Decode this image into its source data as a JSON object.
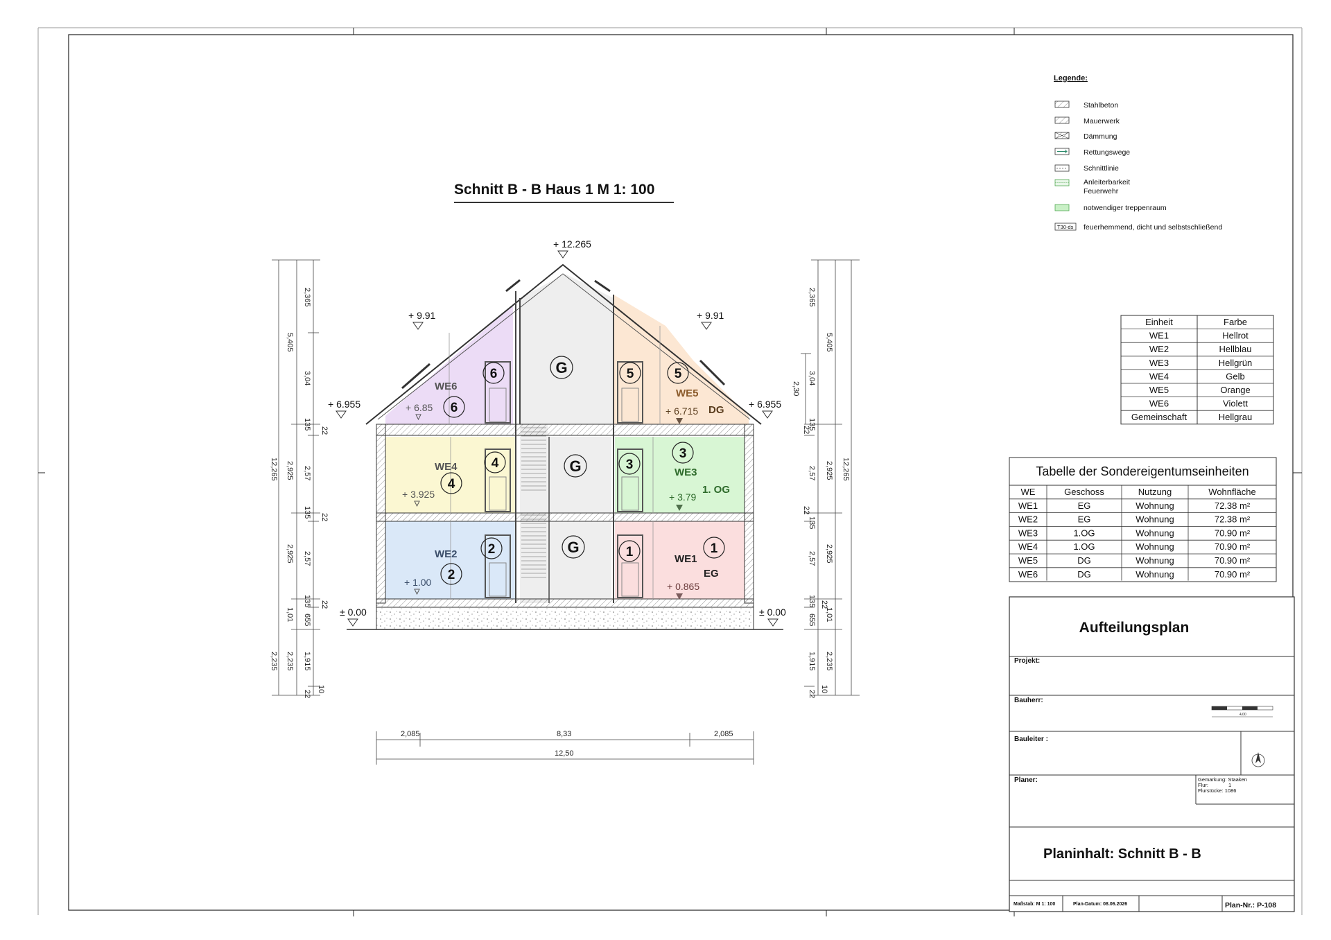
{
  "drawing": {
    "title": "Schnitt B - B Haus 1 M 1: 100",
    "levels": {
      "ridge": "+ 12.265",
      "eave_left_upper": "+ 9.91",
      "eave_right_upper": "+ 9.91",
      "eave_left_lower": "+ 6.955",
      "eave_right_lower": "+ 6.955",
      "ground_left": "± 0.00",
      "ground_right": "± 0.00"
    },
    "units": [
      {
        "id": "we6",
        "label": "WE6",
        "number": "6",
        "door_number": "6",
        "level": "+ 6.85",
        "floor": "",
        "color": "#ecdcf6"
      },
      {
        "id": "we5",
        "label": "WE5",
        "number": "5",
        "door_number": "5",
        "level": "+ 6.715",
        "floor": "DG",
        "color": "#fce7d3"
      },
      {
        "id": "we4",
        "label": "WE4",
        "number": "4",
        "door_number": "4",
        "level": "+ 3.925",
        "floor": "",
        "color": "#fbf7d2"
      },
      {
        "id": "we3",
        "label": "WE3",
        "number": "3",
        "door_number": "3",
        "level": "+ 3.79",
        "floor": "1. OG",
        "color": "#d8f6d4"
      },
      {
        "id": "we2",
        "label": "WE2",
        "number": "2",
        "door_number": "2",
        "level": "+ 1.00",
        "floor": "",
        "color": "#dae8f8"
      },
      {
        "id": "we1",
        "label": "WE1",
        "number": "1",
        "door_number": "1",
        "level": "+ 0.865",
        "floor": "EG",
        "color": "#fbdede"
      }
    ],
    "common_label": "G",
    "common_color": "#eeeeee",
    "dims_left": {
      "outer_total": "12,265",
      "mid_top": "5,405",
      "mid_1og": "2,925",
      "mid_eg": "2,925",
      "mid_base": "1,01",
      "mid_below": "2,235",
      "inner_top": "2,365",
      "inner_dg": "3,04",
      "inner_135a": "135",
      "inner_og": "2,57",
      "inner_135b": "135",
      "inner_eg": "2,57",
      "inner_135c": "135",
      "inner_655": "655",
      "inner_below": "1,915",
      "inner_10": "10",
      "r22a": "22",
      "r22b": "22",
      "r22c": "22",
      "r22d": "22",
      "outer_below": "2,235"
    },
    "dims_right": {
      "outer_total": "12,265",
      "mid_top": "5,405",
      "mid_1og": "2,925",
      "mid_eg": "2,925",
      "mid_base": "1,01",
      "mid_below": "2,235",
      "inner_top": "2,365",
      "inner_dg": "3,04",
      "inner_135a": "135",
      "inner_og": "2,57",
      "inner_135b": "135",
      "inner_eg": "2,57",
      "inner_135c": "135",
      "inner_655": "655",
      "inner_below": "1,915",
      "inner_10": "10",
      "l22a": "22",
      "l22b": "22",
      "l22c": "22",
      "l22d": "22",
      "x230": "2,30"
    },
    "dims_bottom": {
      "left": "2,085",
      "middle": "8,33",
      "right": "2,085",
      "total": "12,50"
    }
  },
  "legend": {
    "title": "Legende:",
    "items": [
      {
        "label": "Stahlbeton"
      },
      {
        "label": "Mauerwerk"
      },
      {
        "label": "Dämmung"
      },
      {
        "label": "Rettungswege"
      },
      {
        "label": "Schnittlinie"
      },
      {
        "label": "Anleiterbarkeit",
        "label2": "Feuerwehr"
      },
      {
        "label": "notwendiger treppenraum"
      },
      {
        "label": "feuerhemmend, dicht und selbstschließend",
        "tag": "T30-ds"
      }
    ]
  },
  "color_table": {
    "headers": [
      "Einheit",
      "Farbe"
    ],
    "rows": [
      [
        "WE1",
        "Hellrot"
      ],
      [
        "WE2",
        "Hellblau"
      ],
      [
        "WE3",
        "Hellgrün"
      ],
      [
        "WE4",
        "Gelb"
      ],
      [
        "WE5",
        "Orange"
      ],
      [
        "WE6",
        "Violett"
      ],
      [
        "Gemeinschaft",
        "Hellgrau"
      ]
    ]
  },
  "unit_table": {
    "title": "Tabelle der Sondereigentumseinheiten",
    "headers": [
      "WE",
      "Geschoss",
      "Nutzung",
      "Wohnfläche"
    ],
    "rows": [
      [
        "WE1",
        "EG",
        "Wohnung",
        "72.38 m²"
      ],
      [
        "WE2",
        "EG",
        "Wohnung",
        "72.38 m²"
      ],
      [
        "WE3",
        "1.OG",
        "Wohnung",
        "70.90 m²"
      ],
      [
        "WE4",
        "1.OG",
        "Wohnung",
        "70.90 m²"
      ],
      [
        "WE5",
        "DG",
        "Wohnung",
        "70.90 m²"
      ],
      [
        "WE6",
        "DG",
        "Wohnung",
        "70.90 m²"
      ]
    ]
  },
  "title_block": {
    "plan_title": "Aufteilungsplan",
    "projekt": "Projekt:",
    "bauherr": "Bauherr:",
    "scale_bar_label": "4,00",
    "bauleiter": "Bauleiter :",
    "planer": "Planer:",
    "gemarkung": "Gemarkung: Staaken",
    "flur": "Flur:",
    "flur_value": "1",
    "flurstuecke": "Flurstücke: 1086",
    "planinhalt": "Planinhalt: Schnitt B - B",
    "massstab": "Maßstab: M 1: 100",
    "plan_datum": "Plan-Datum: 08.06.2026",
    "plan_nr": "Plan-Nr.: P-108"
  }
}
